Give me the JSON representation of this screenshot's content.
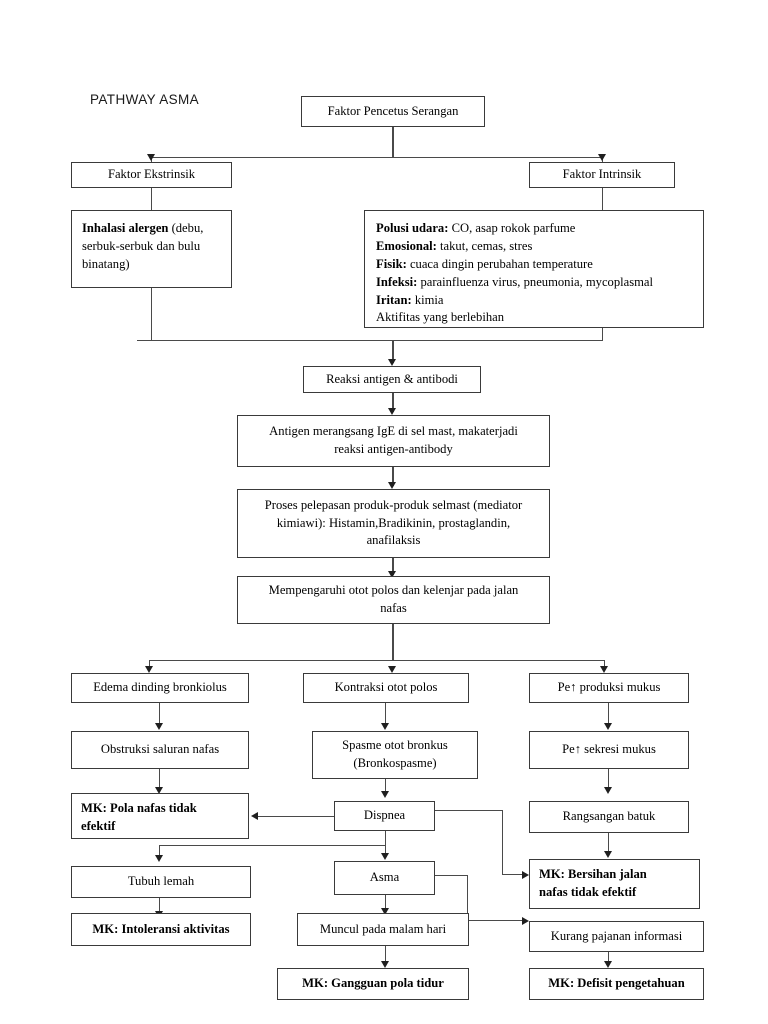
{
  "title": "PATHWAY ASMA",
  "nodes": {
    "trigger": "Faktor Pencetus Serangan",
    "extrinsic": "Faktor Ekstrinsik",
    "intrinsic": "Faktor Intrinsik",
    "allergen_bold": "Inhalasi alergen",
    "allergen_rest": " (debu, serbuk-serbuk dan bulu binatang)",
    "intrinsic_list": [
      {
        "label": "Polusi udara:",
        "text": " CO, asap rokok parfume"
      },
      {
        "label": "Emosional:",
        "text": " takut, cemas, stres"
      },
      {
        "label": "Fisik:",
        "text": " cuaca dingin perubahan temperature"
      },
      {
        "label": "Infeksi:",
        "text": " parainfluenza virus, pneumonia, mycoplasmal"
      },
      {
        "label": "Iritan:",
        "text": " kimia"
      },
      {
        "label": "",
        "text": "Aktifitas yang berlebihan"
      }
    ],
    "reaksi": "Reaksi antigen & antibodi",
    "antigen_l1": "Antigen merangsang IgE di sel mast, makaterjadi",
    "antigen_l2": "reaksi antigen-antibody",
    "proses_l1": "Proses pelepasan produk-produk selmast (mediator",
    "proses_l2": "kimiawi): Histamin,Bradikinin, prostaglandin,",
    "proses_l3": "anafilaksis",
    "mempengaruhi_l1": "Mempengaruhi otot polos dan kelenjar pada jalan",
    "mempengaruhi_l2": "nafas",
    "edema": "Edema dinding bronkiolus",
    "kontraksi": "Kontraksi otot polos",
    "produksi_mukus": "Pe↑ produksi mukus",
    "obstruksi": "Obstruksi saluran nafas",
    "spasme_l1": "Spasme otot bronkus",
    "spasme_l2": "(Bronkospasme)",
    "sekresi_mukus": "Pe↑ sekresi mukus",
    "mk_pola_l1": "MK: Pola nafas tidak",
    "mk_pola_l2": "efektif",
    "dispnea": "Dispnea",
    "rangsangan_batuk": "Rangsangan batuk",
    "tubuh_lemah": "Tubuh lemah",
    "asma": "Asma",
    "mk_bersihan_l1": "MK: Bersihan jalan",
    "mk_bersihan_l2": "nafas tidak efektif",
    "mk_intoleransi": "MK: Intoleransi aktivitas",
    "muncul_malam": "Muncul pada malam hari",
    "kurang_pajanan": "Kurang pajanan informasi",
    "mk_gangguan_tidur": "MK: Gangguan pola tidur",
    "mk_defisit": "MK: Defisit pengetahuan"
  },
  "colors": {
    "border": "#3a3a3a",
    "connector": "#4a4a4a",
    "arrow": "#1f1f1f",
    "background": "#ffffff",
    "text": "#000000"
  }
}
